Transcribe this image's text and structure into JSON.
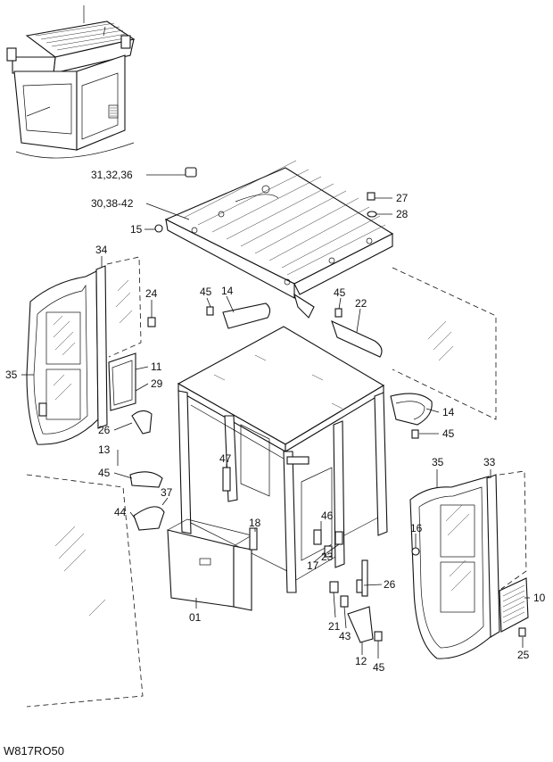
{
  "figure_code": "W817RO50",
  "callouts": [
    {
      "id": "c-31-32-36",
      "text": "31,32,36"
    },
    {
      "id": "c-30-38-42",
      "text": "30,38-42"
    },
    {
      "id": "c-27",
      "text": "27"
    },
    {
      "id": "c-28",
      "text": "28"
    },
    {
      "id": "c-15",
      "text": "15"
    },
    {
      "id": "c-34",
      "text": "34"
    },
    {
      "id": "c-24",
      "text": "24"
    },
    {
      "id": "c-45-a",
      "text": "45"
    },
    {
      "id": "c-14-a",
      "text": "14"
    },
    {
      "id": "c-45-b",
      "text": "45"
    },
    {
      "id": "c-22",
      "text": "22"
    },
    {
      "id": "c-35-a",
      "text": "35"
    },
    {
      "id": "c-11",
      "text": "11"
    },
    {
      "id": "c-29",
      "text": "29"
    },
    {
      "id": "c-14-b",
      "text": "14"
    },
    {
      "id": "c-26-a",
      "text": "26"
    },
    {
      "id": "c-45-c",
      "text": "45"
    },
    {
      "id": "c-13",
      "text": "13"
    },
    {
      "id": "c-47",
      "text": "47"
    },
    {
      "id": "c-35-b",
      "text": "35"
    },
    {
      "id": "c-33",
      "text": "33"
    },
    {
      "id": "c-45-d",
      "text": "45"
    },
    {
      "id": "c-37",
      "text": "37"
    },
    {
      "id": "c-44",
      "text": "44"
    },
    {
      "id": "c-18",
      "text": "18"
    },
    {
      "id": "c-46",
      "text": "46"
    },
    {
      "id": "c-16",
      "text": "16"
    },
    {
      "id": "c-23",
      "text": "23"
    },
    {
      "id": "c-17",
      "text": "17"
    },
    {
      "id": "c-26-b",
      "text": "26"
    },
    {
      "id": "c-10",
      "text": "10"
    },
    {
      "id": "c-01",
      "text": "01"
    },
    {
      "id": "c-21",
      "text": "21"
    },
    {
      "id": "c-43",
      "text": "43"
    },
    {
      "id": "c-12",
      "text": "12"
    },
    {
      "id": "c-45-e",
      "text": "45"
    },
    {
      "id": "c-25",
      "text": "25"
    }
  ]
}
